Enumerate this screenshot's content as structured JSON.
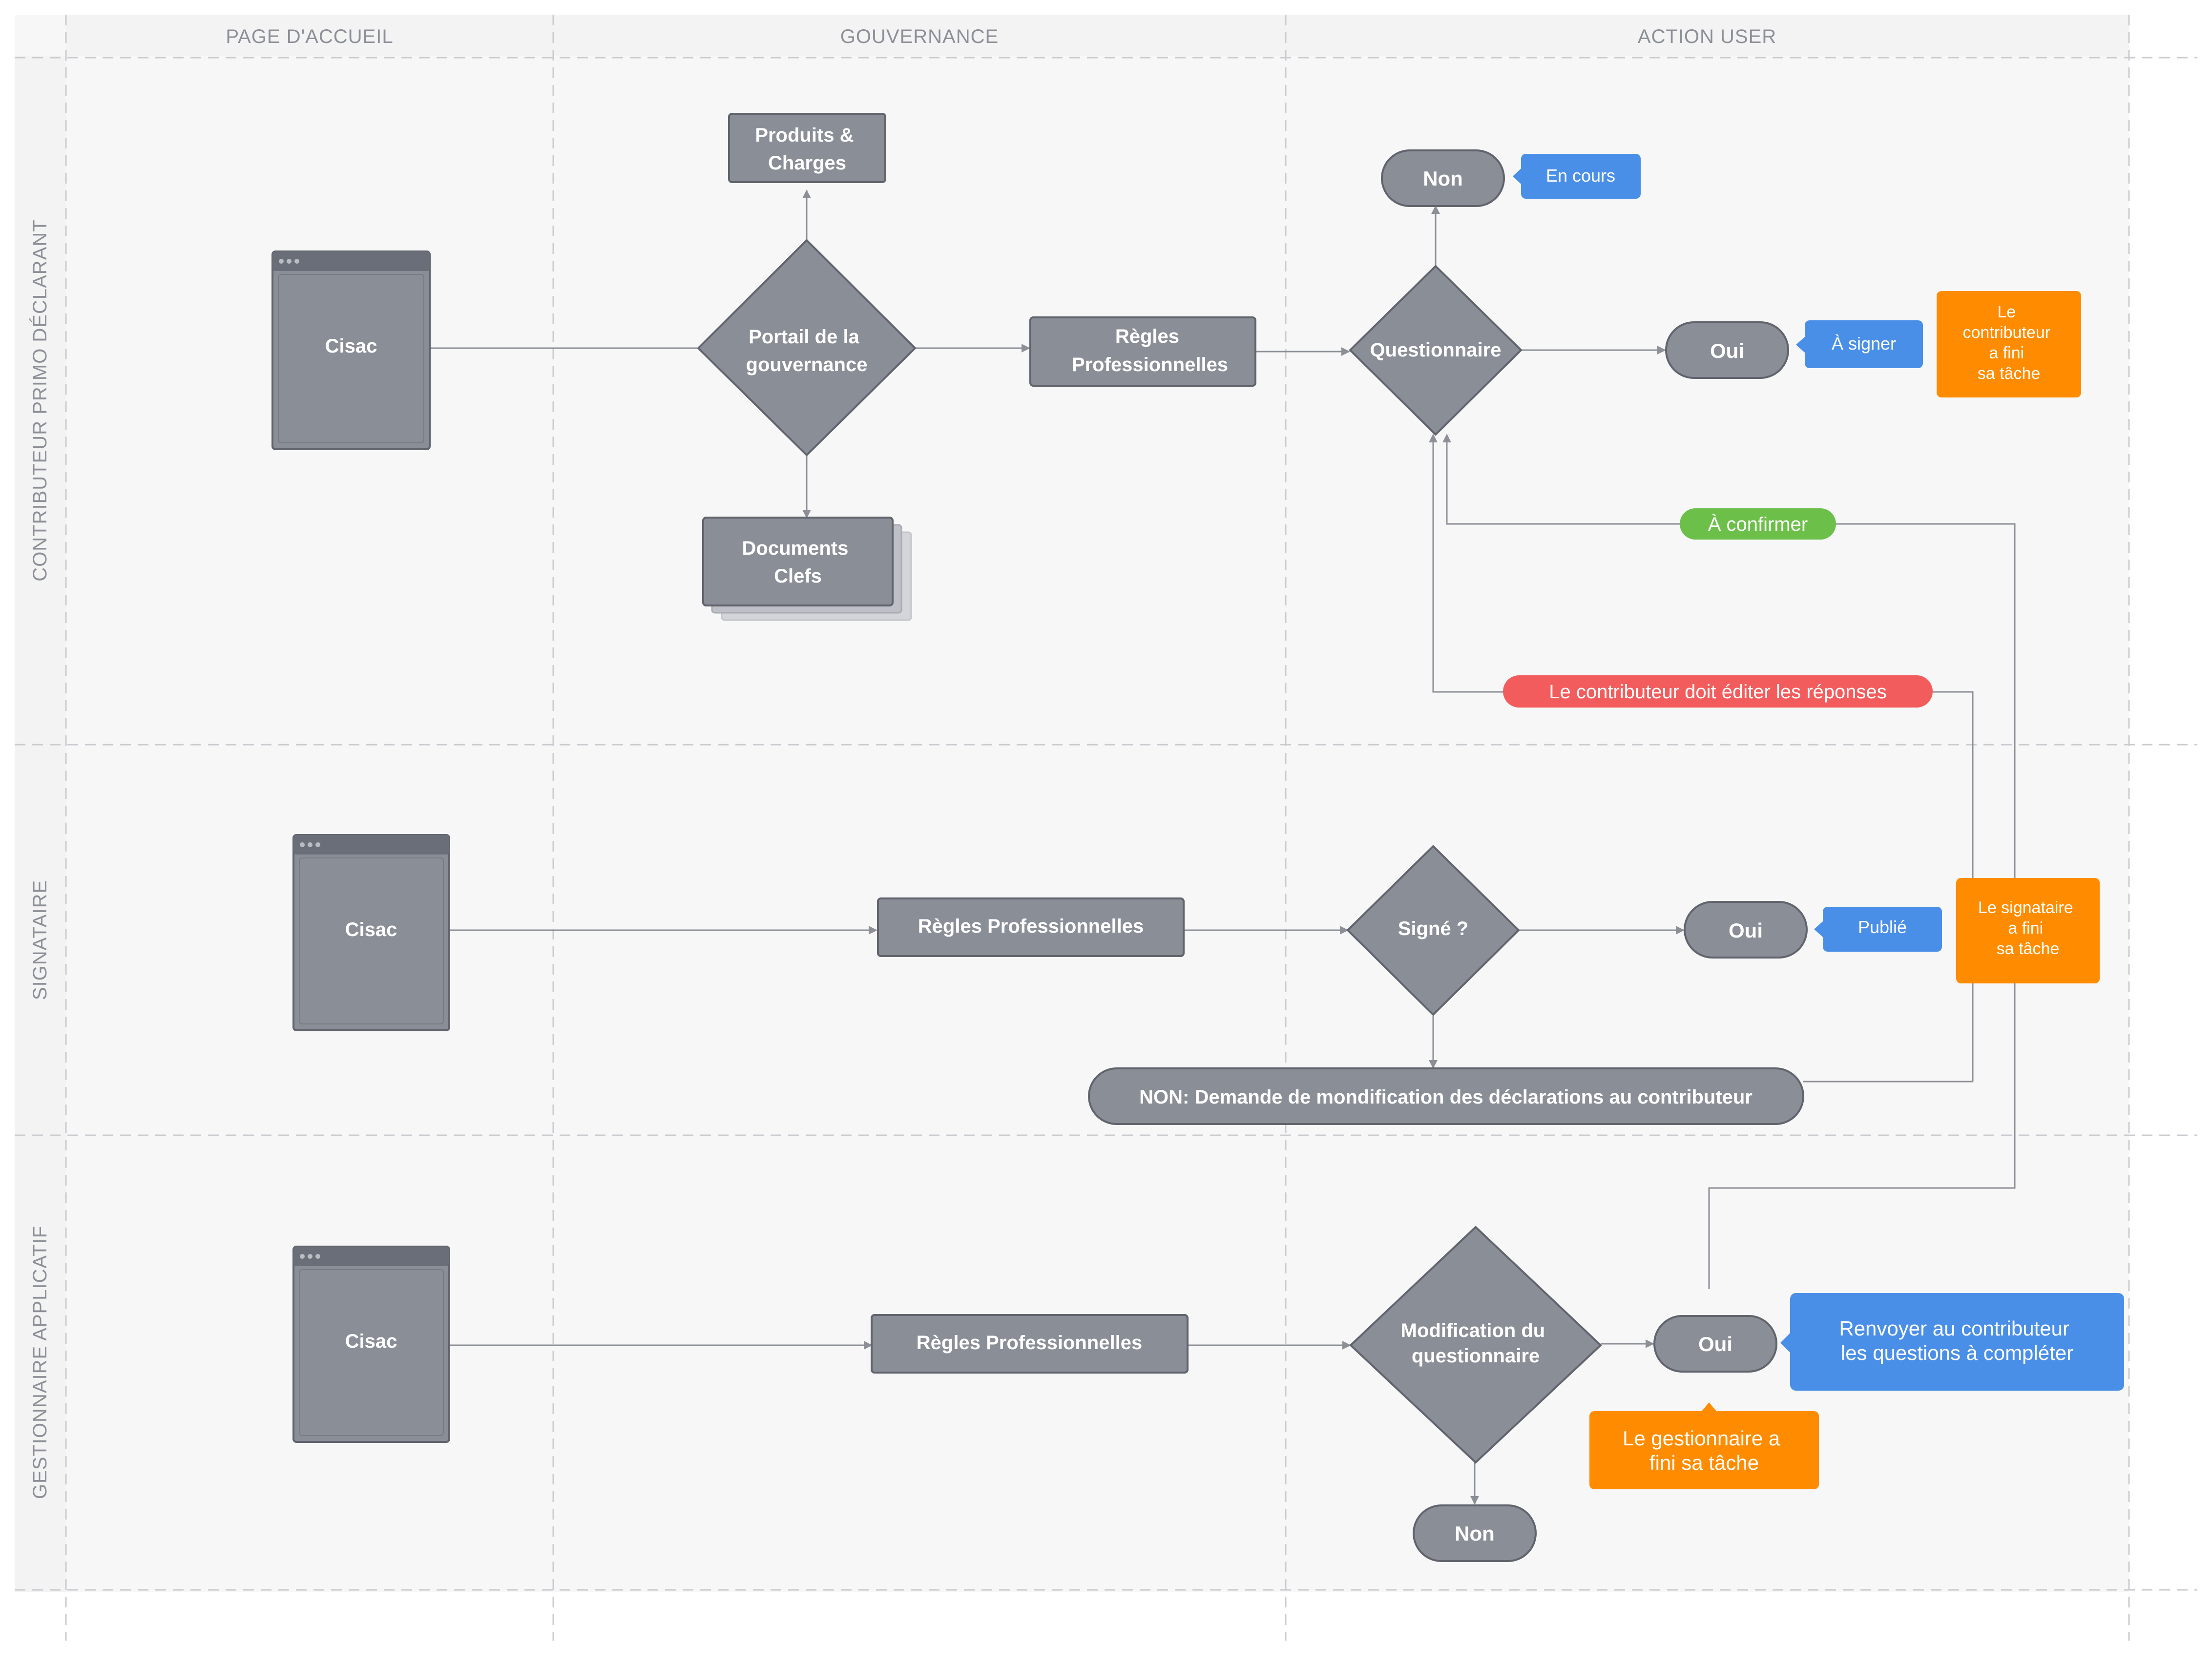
{
  "columns": {
    "home": "PAGE D'ACCUEIL",
    "governance": "GOUVERNANCE",
    "action": "ACTION USER"
  },
  "lanes": {
    "contributor": "CONTRIBUTEUR PRIMO DÉCLARANT",
    "signatory": "SIGNATAIRE",
    "manager": "GESTIONNAIRE APPLICATIF"
  },
  "lane1": {
    "cisac": "Cisac",
    "portal": [
      "Portail de la",
      "gouvernance"
    ],
    "products": [
      "Produits &",
      "Charges"
    ],
    "documents": [
      "Documents",
      "Clefs"
    ],
    "rules": [
      "Règles",
      "Professionnelles"
    ],
    "questionnaire": "Questionnaire",
    "no": "Non",
    "in_progress": "En cours",
    "yes": "Oui",
    "to_sign": "À signer",
    "done": [
      "Le",
      "contributeur",
      "a fini",
      "sa tâche"
    ],
    "to_confirm": "À confirmer",
    "must_edit": "Le contributeur doit éditer les réponses"
  },
  "lane2": {
    "cisac": "Cisac",
    "rules": "Règles Professionnelles",
    "signed": "Signé ?",
    "yes": "Oui",
    "published": "Publié",
    "done": [
      "Le signataire",
      "a fini",
      "sa tâche"
    ],
    "no_request": "NON: Demande de mondification des déclarations au contributeur"
  },
  "lane3": {
    "cisac": "Cisac",
    "rules": "Règles Professionnelles",
    "modification": [
      "Modification du",
      "questionnaire"
    ],
    "yes": "Oui",
    "resend": [
      "Renvoyer au contributeur",
      "les questions à compléter"
    ],
    "done": [
      "Le gestionnaire a",
      "fini sa tâche"
    ],
    "no": "Non"
  },
  "colors": {
    "node": "#8a8e97",
    "node_border": "#61646d",
    "blue": "#4a8fe7",
    "orange": "#ff8c00",
    "green": "#6cc04a",
    "red": "#f25c5c",
    "line": "#8c8f96",
    "divider": "#c9cbcf"
  }
}
